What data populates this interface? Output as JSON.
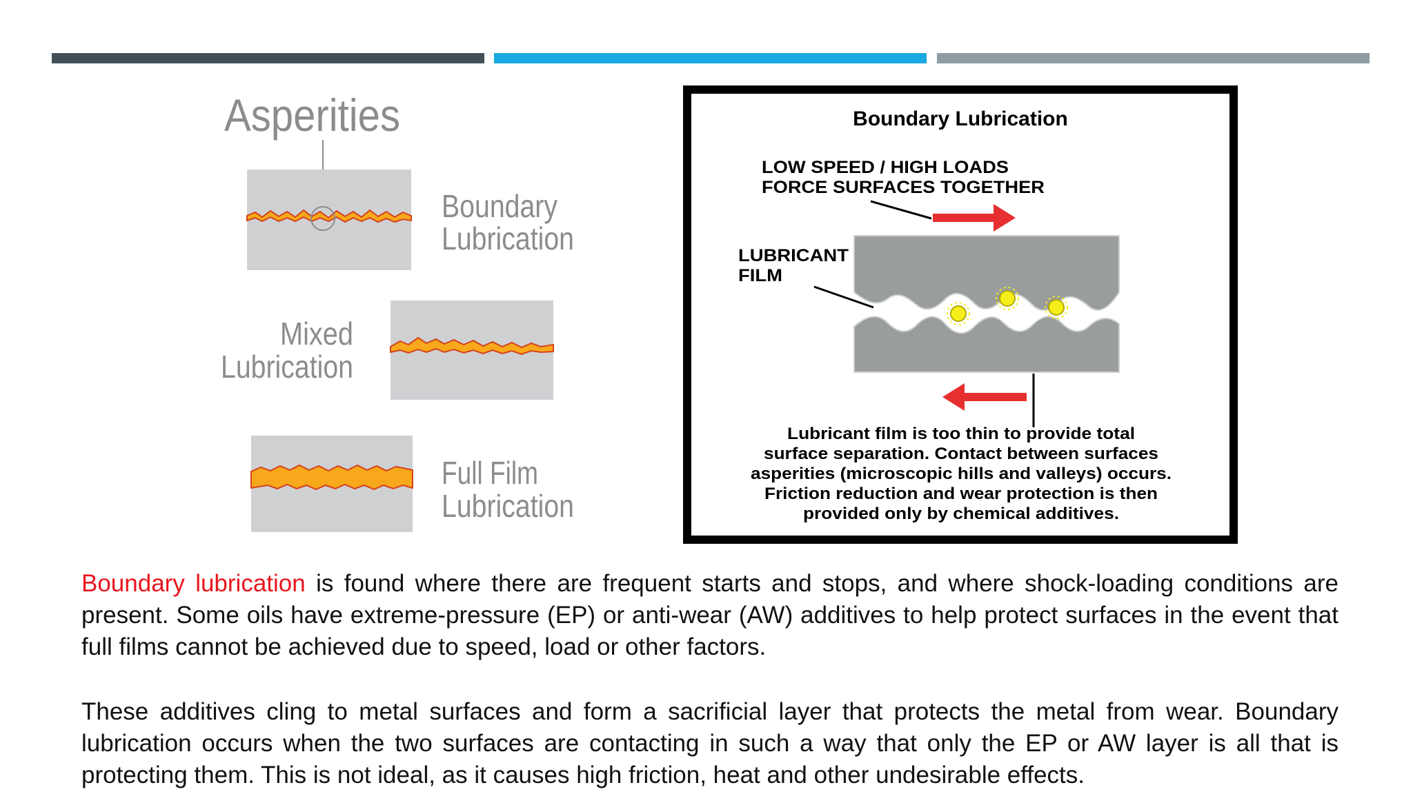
{
  "colors": {
    "bar1": "#434f57",
    "bar2": "#1aa9e0",
    "bar3": "#8f9ca3",
    "highlight": "#e8151c",
    "metal": "#cfd0d2",
    "film": "#f7a81b",
    "film_edge": "#d4421c",
    "arrow": "#e6302f",
    "particle": "#f5ee1a"
  },
  "left_figure": {
    "title": "Asperities",
    "boundary_line1": "Boundary",
    "boundary_line2": "Lubrication",
    "mixed_line1": "Mixed",
    "mixed_line2": "Lubrication",
    "full_line1": "Full Film",
    "full_line2": "Lubrication"
  },
  "right_figure": {
    "title": "Boundary Lubrication",
    "load_line1": "LOW SPEED / HIGH LOADS",
    "load_line2": "FORCE SURFACES TOGETHER",
    "film_line1": "LUBRICANT",
    "film_line2": "FILM",
    "caption_lines": [
      "Lubricant film is too thin to provide total",
      "surface separation. Contact between surfaces",
      "asperities (microscopic hills and valleys) occurs.",
      "Friction reduction and wear protection is then",
      "provided only by chemical additives."
    ]
  },
  "paragraph1": {
    "highlight": "Boundary lubrication",
    "rest": " is found where there are frequent starts and stops, and where shock-loading conditions are present. Some oils have extreme-pressure (EP) or anti-wear (AW) additives to help protect surfaces in the event that full films cannot be achieved due to speed, load or other factors."
  },
  "paragraph2": "These additives cling to metal surfaces and form a sacrificial layer that protects the metal from wear. Boundary lubrication occurs when the two surfaces are contacting in such a way that only the EP or AW layer is all that is protecting them. This is not ideal, as it causes high friction, heat and other undesirable effects."
}
